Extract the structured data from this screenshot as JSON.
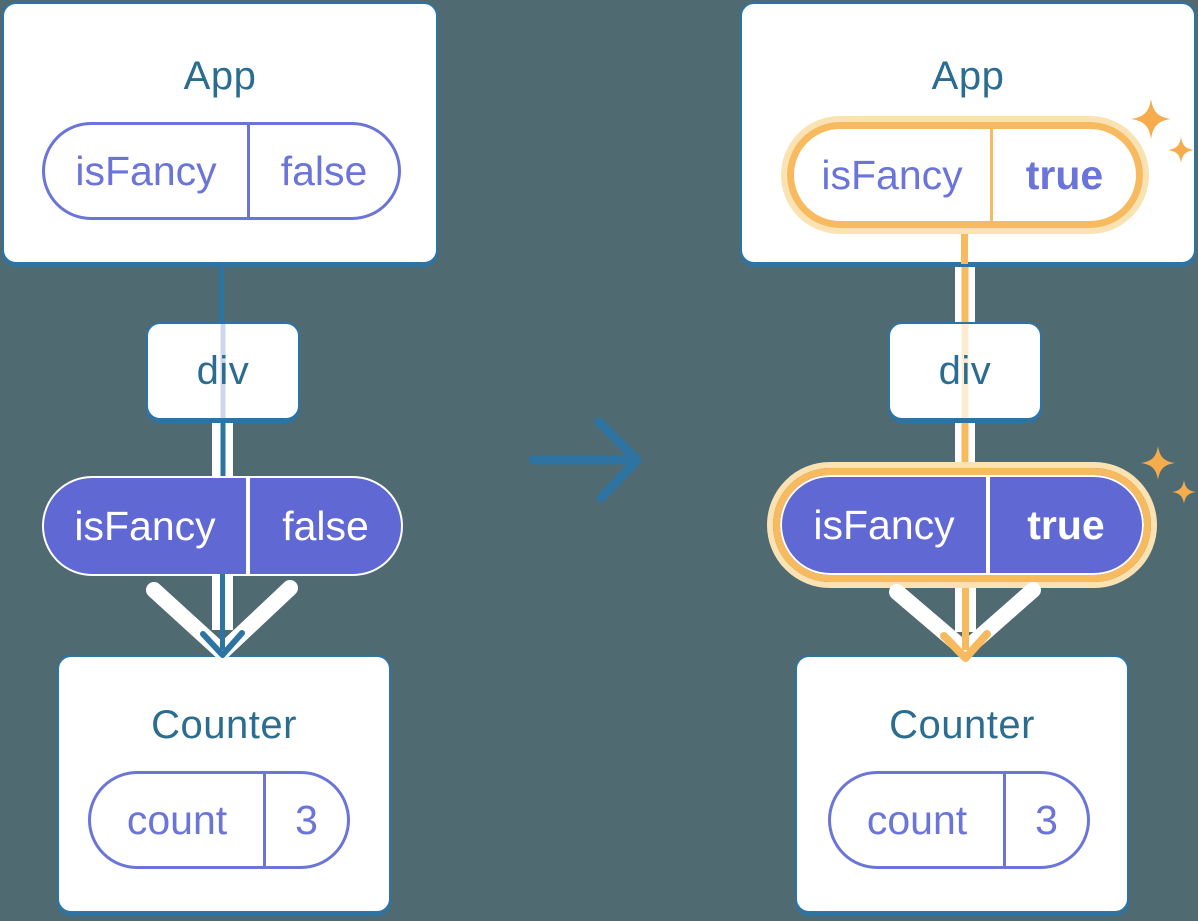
{
  "colors": {
    "background": "#4f6a71",
    "line-blue": "#2e74a3",
    "title-teal": "#2b6d90",
    "purple": "#6068d4",
    "purple-outline": "#6a74d9",
    "blue-faint": "#ccd7ee",
    "orange": "#f8ba5e",
    "orange-halo": "#fbe2b3",
    "orange-faint": "#fdecd2",
    "sparkle": "#f5ac4c",
    "white": "#ffffff"
  },
  "before": {
    "app": {
      "title": "App",
      "state": {
        "key": "isFancy",
        "value": "false"
      }
    },
    "container": {
      "title": "div"
    },
    "prop": {
      "key": "isFancy",
      "value": "false"
    },
    "counter": {
      "title": "Counter",
      "state": {
        "key": "count",
        "value": "3"
      }
    }
  },
  "after": {
    "app": {
      "title": "App",
      "state": {
        "key": "isFancy",
        "value": "true"
      }
    },
    "container": {
      "title": "div"
    },
    "prop": {
      "key": "isFancy",
      "value": "true"
    },
    "counter": {
      "title": "Counter",
      "state": {
        "key": "count",
        "value": "3"
      }
    }
  }
}
